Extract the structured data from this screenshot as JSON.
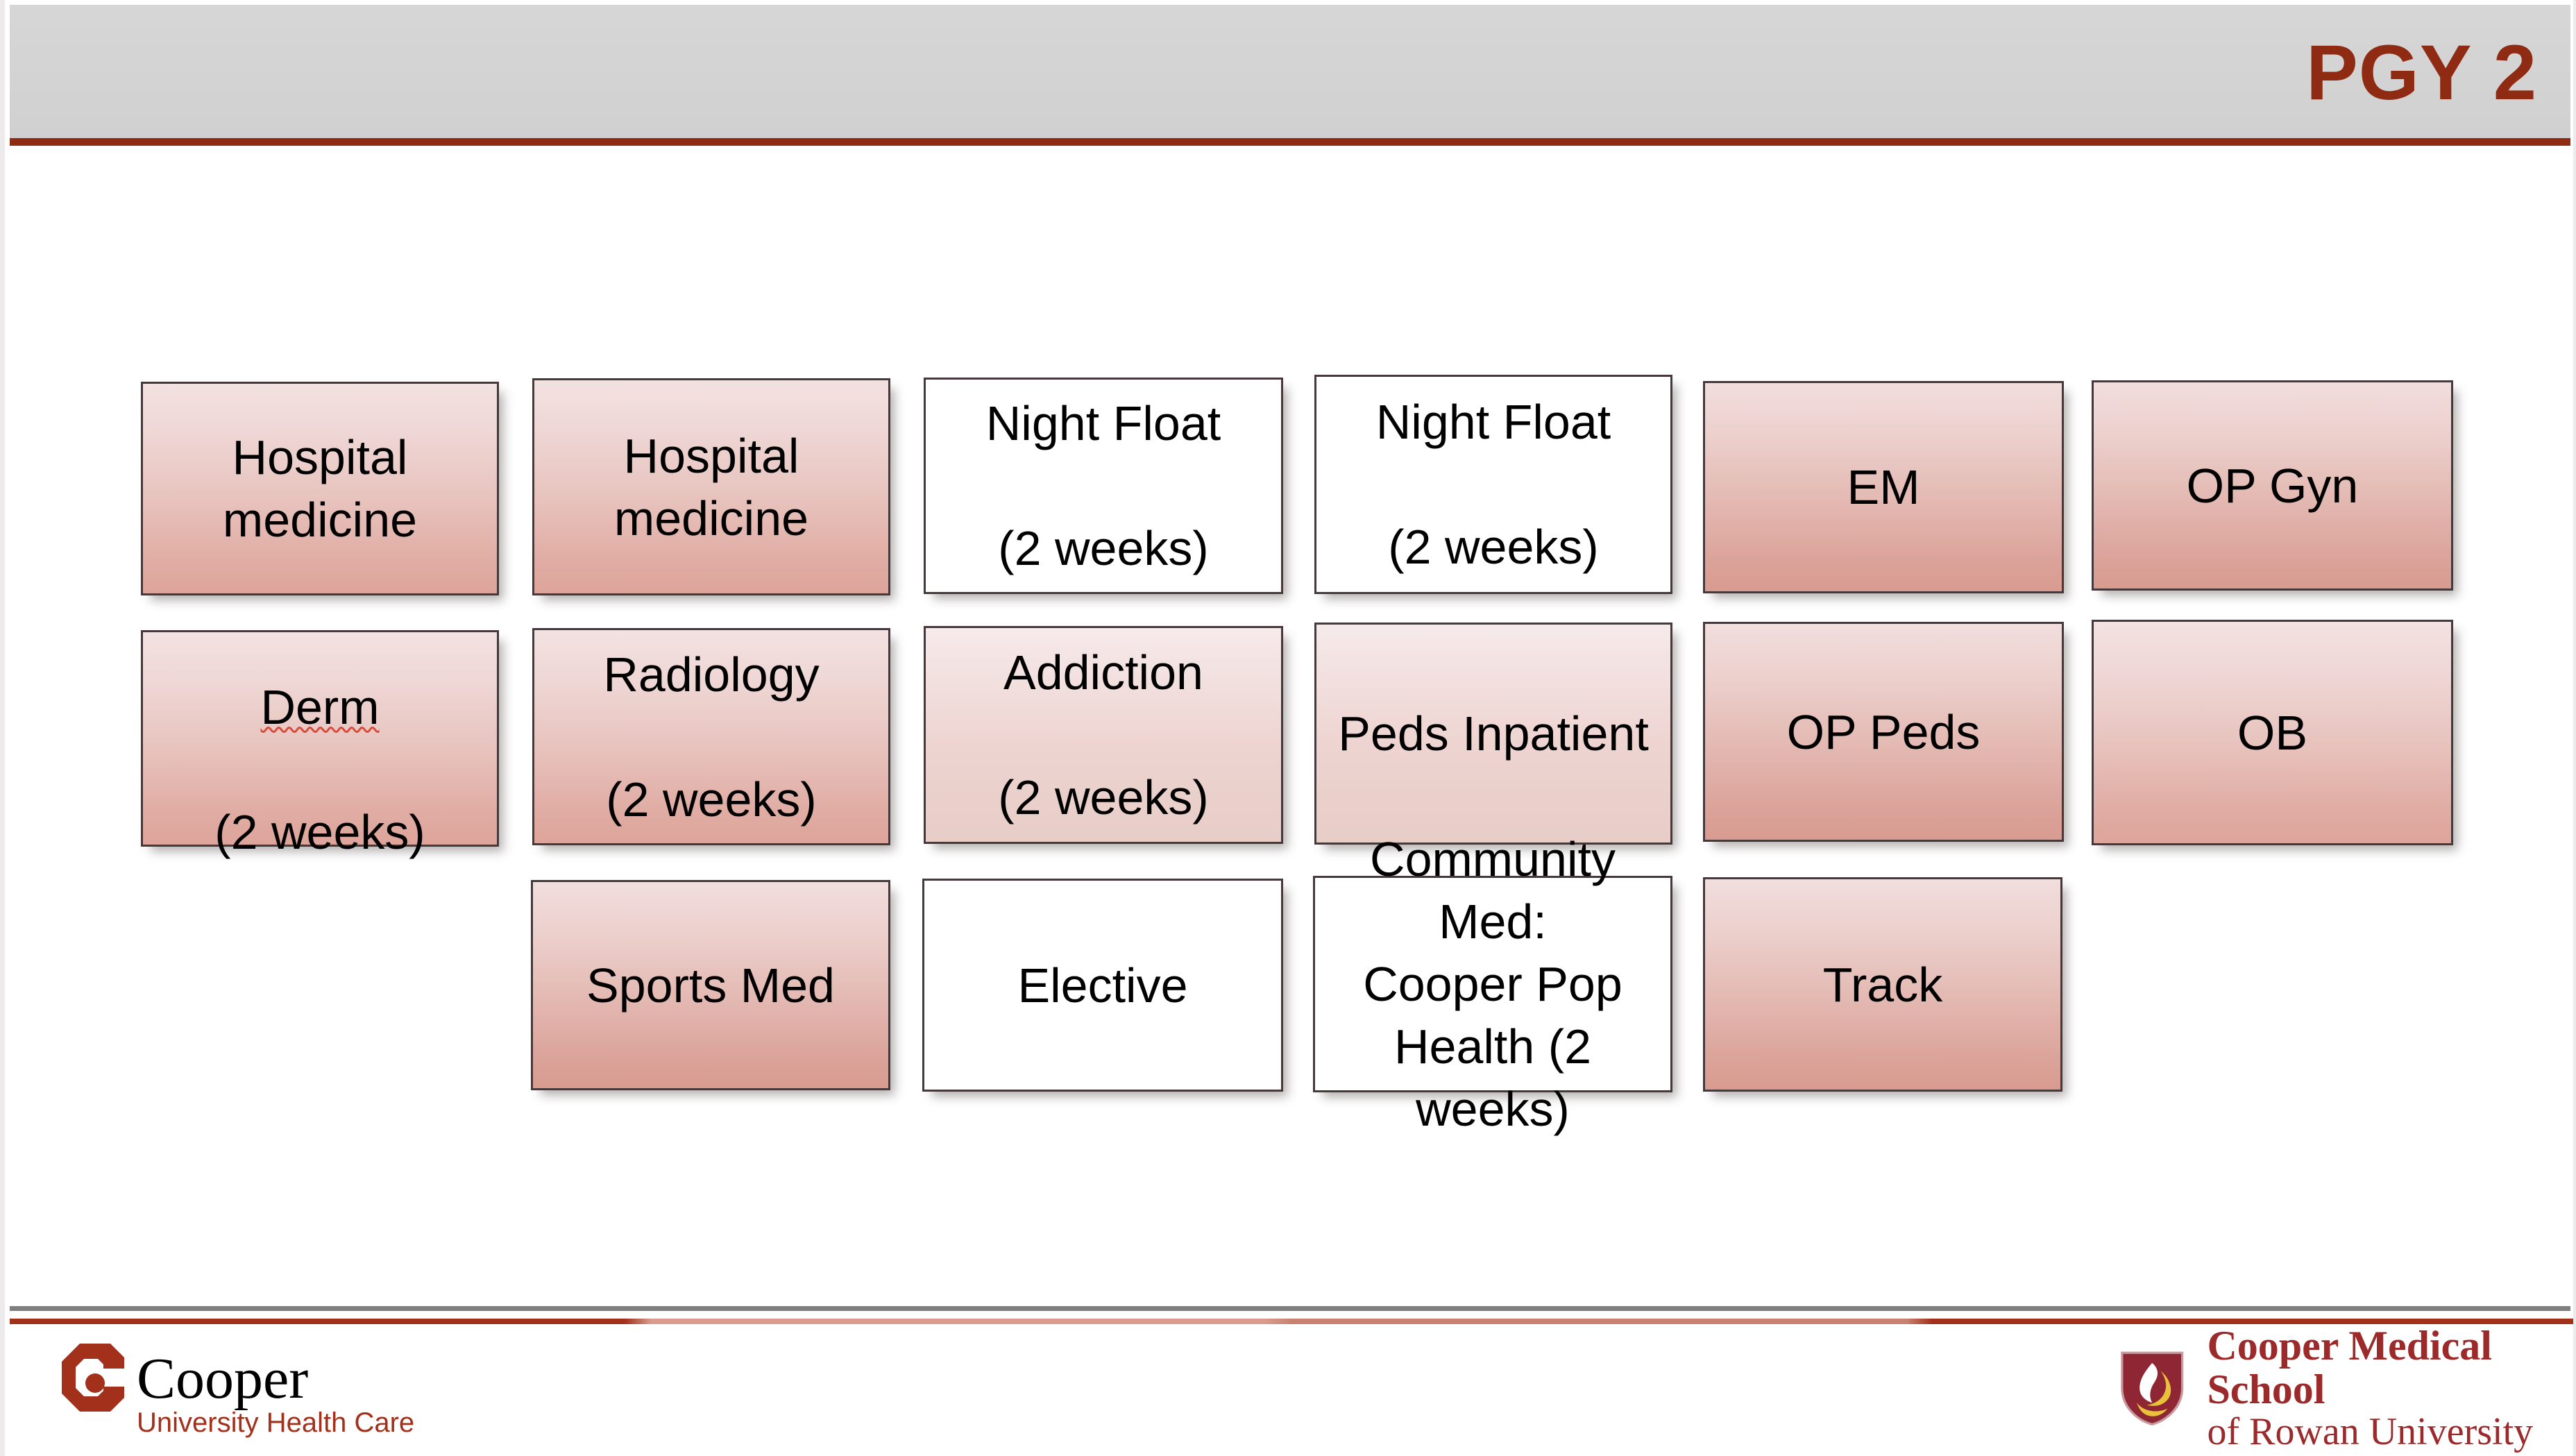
{
  "header": {
    "title": "PGY 2",
    "accent_color": "#8e2b12",
    "bar_color": "#d3d3d3"
  },
  "schedule": {
    "rows": [
      {
        "row_index": 1,
        "boxes": [
          {
            "label": "Hospital\nmedicine",
            "tint": "t-mid",
            "col": 1
          },
          {
            "label": "Hospital\nmedicine",
            "tint": "t-mid",
            "col": 2
          },
          {
            "label": "Night Float\n\n(2 weeks)",
            "tint": "t-deep",
            "col": 3
          },
          {
            "label": "Night Float\n\n(2 weeks)",
            "tint": "t-deep",
            "col": 4
          },
          {
            "label": "EM",
            "tint": "t-midplus",
            "col": 5
          },
          {
            "label": "OP Gyn",
            "tint": "t-midplus",
            "col": 6
          }
        ]
      },
      {
        "row_index": 2,
        "boxes": [
          {
            "label": "Derm\n\n(2 weeks)",
            "tint": "t-mid",
            "col": 1,
            "spellcheck_word": "Derm"
          },
          {
            "label": "Radiology\n\n(2 weeks)",
            "tint": "t-mid",
            "col": 2
          },
          {
            "label": "Addiction\n\n(2 weeks)",
            "tint": "t-light",
            "col": 3
          },
          {
            "label": "Peds Inpatient",
            "tint": "t-light",
            "col": 4
          },
          {
            "label": "OP Peds",
            "tint": "t-midplus",
            "col": 5
          },
          {
            "label": "OB",
            "tint": "t-mid",
            "col": 6
          }
        ]
      },
      {
        "row_index": 3,
        "boxes": [
          {
            "label": "Sports Med",
            "tint": "t-midplus",
            "col": 2
          },
          {
            "label": "Elective",
            "tint": "t-deep",
            "col": 3
          },
          {
            "label": "Community Med:\nCooper Pop\nHealth (2 weeks)",
            "tint": "t-deep",
            "col": 4
          },
          {
            "label": "Track",
            "tint": "t-midplus",
            "col": 5
          }
        ]
      }
    ]
  },
  "footer": {
    "left_logo": {
      "mark": "cooper-octagon-c-icon",
      "wordmark": "Cooper",
      "tagline": "University Health Care",
      "color": "#a2301a"
    },
    "right_logo": {
      "mark": "cooper-shield-flame-icon",
      "line1": "Cooper Medical School",
      "line2": "of Rowan University",
      "shield_color": "#8e2633",
      "flame_color": "#e8c33a"
    }
  }
}
